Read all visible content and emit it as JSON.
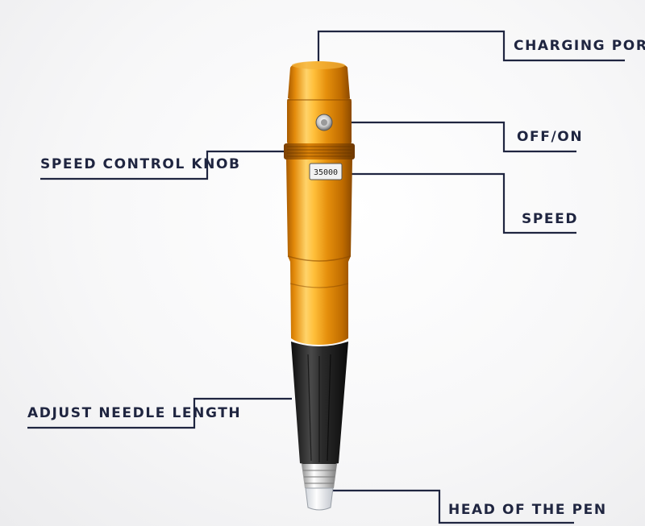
{
  "diagram": {
    "callouts": [
      {
        "id": "charging_port",
        "label": "CHARGING PORT"
      },
      {
        "id": "off_on",
        "label": "OFF/ON"
      },
      {
        "id": "speed_control_knob",
        "label": "SPEED CONTROL KNOB"
      },
      {
        "id": "speed",
        "label": "SPEED"
      },
      {
        "id": "adjust_needle_length",
        "label": "ADJUST NEEDLE LENGTH"
      },
      {
        "id": "head_of_the_pen",
        "label": "HEAD OF THE PEN"
      }
    ],
    "speed_dial_text": "35000"
  },
  "colors": {
    "label": "#1f2540",
    "line": "#1f2540",
    "body_gold": "#e8960c",
    "grip_black": "#1c1c1c"
  }
}
